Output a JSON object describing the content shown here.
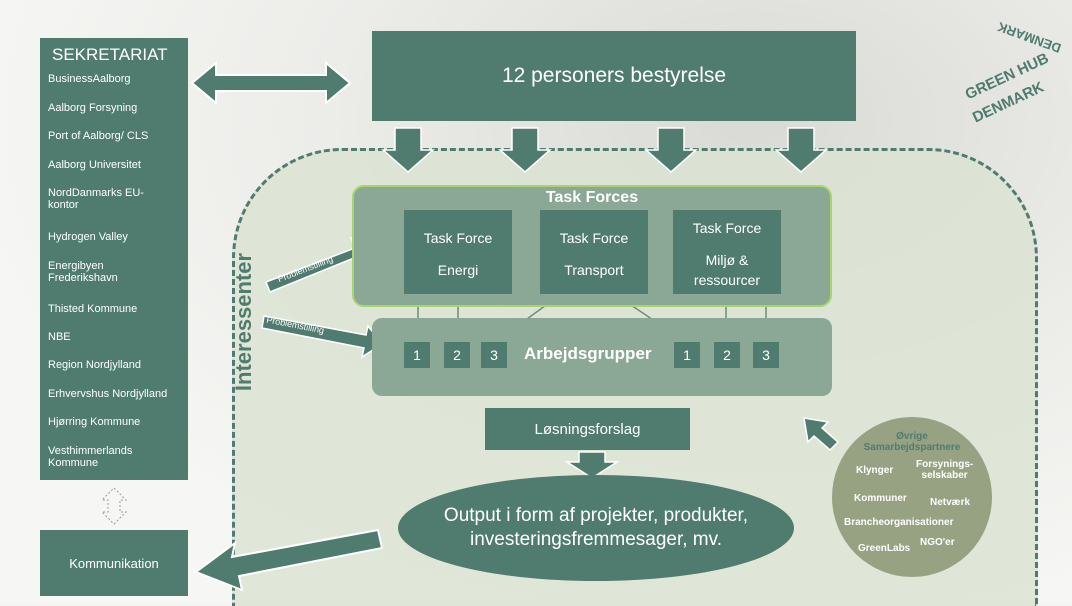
{
  "secretariat": {
    "title": "SEKRETARIAT",
    "items": [
      {
        "line1": "BusinessAalborg",
        "line2": ""
      },
      {
        "line1": "Aalborg Forsyning",
        "line2": ""
      },
      {
        "line1": "Port of Aalborg/ CLS",
        "line2": ""
      },
      {
        "line1": "Aalborg Universitet",
        "line2": ""
      },
      {
        "line1": "NordDanmarks EU-",
        "line2": "kontor"
      },
      {
        "line1": "Hydrogen Valley",
        "line2": ""
      },
      {
        "line1": "Energibyen",
        "line2": "Frederikshavn"
      },
      {
        "line1": "Thisted Kommune",
        "line2": ""
      },
      {
        "line1": "NBE",
        "line2": ""
      },
      {
        "line1": "Region Nordjylland",
        "line2": ""
      },
      {
        "line1": "Erhvervshus Nordjylland",
        "line2": ""
      },
      {
        "line1": "Hjørring Kommune",
        "line2": ""
      },
      {
        "line1": "Vesthimmerlands",
        "line2": "Kommune"
      }
    ]
  },
  "communication": "Kommunikation",
  "board": "12 personers bestyrelse",
  "stakeholders": "Interessenter",
  "problem_label": "Problemstilling",
  "task_forces": {
    "title": "Task Forces",
    "boxes": [
      {
        "line1": "Task Force",
        "line2": "Energi",
        "line3": ""
      },
      {
        "line1": "Task Force",
        "line2": "Transport",
        "line3": ""
      },
      {
        "line1": "Task Force",
        "line2": "Miljø &",
        "line3": "ressourcer"
      }
    ]
  },
  "working_groups": {
    "title": "Arbejdsgrupper",
    "numbers": [
      "1",
      "2",
      "3",
      "1",
      "2",
      "3"
    ]
  },
  "solution": "Løsningsforslag",
  "output": {
    "line1": "Output i form af projekter, produkter,",
    "line2": "investeringsfremmesager, mv."
  },
  "partners": {
    "title_line1": "Øvrige",
    "title_line2": "Samarbejdspartnere",
    "klynger": "Klynger",
    "forsyning_line1": "Forsynings-",
    "forsyning_line2": "selskaber",
    "kommuner": "Kommuner",
    "netvaerk": "Netværk",
    "branche": "Brancheorganisationer",
    "greenlabs": "GreenLabs",
    "ngo": "NGO'er"
  },
  "logo": {
    "line1": "DENMARK",
    "line2": "GREEN HUB",
    "line3": "DENMARK"
  },
  "colors": {
    "primary": "#4f7c6f",
    "panel": "#8aa895",
    "accent_border": "#a6d66b",
    "partners": "#97a282"
  }
}
